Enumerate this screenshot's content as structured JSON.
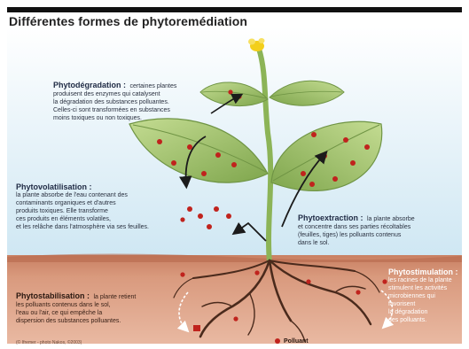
{
  "title": "Différentes formes de phytoremédiation",
  "sections": {
    "phytodegradation": {
      "head": "Phytodégradation :",
      "lines": [
        "certaines plantes",
        "produisent des enzymes qui catalysent",
        "la dégradation des substances polluantes.",
        "Celles-ci sont transformées en substances",
        "moins toxiques ou non toxiques."
      ]
    },
    "phytovolatilisation": {
      "head": "Phytovolatilisation :",
      "lines": [
        "la plante absorbe de l'eau contenant des",
        "contaminants organiques et d'autres",
        "produits toxiques.  Elle transforme",
        "ces produits en éléments volatiles,",
        "et les relâche dans l'atmosphère via ses feuilles."
      ]
    },
    "phytoextraction": {
      "head": "Phytoextraction :",
      "lines": [
        "la plante absorbe",
        "et concentre dans ses parties récoltables",
        "(feuilles, tiges) les polluants contenus",
        "dans le sol."
      ]
    },
    "phytostabilisation": {
      "head": "Phytostabilisation :",
      "lines": [
        "la plante retient",
        "les polluants contenus dans le sol,",
        "l'eau ou l'air, ce qui empêche la",
        "dispersion des substances polluantes."
      ]
    },
    "phytostimulation": {
      "head": "Phytostimulation :",
      "lines": [
        "les racines de la plante",
        "stimulent les activités",
        "microbiennes qui",
        "favorisent",
        "la dégradation",
        "des polluants."
      ]
    }
  },
  "legend": {
    "label": "Polluant"
  },
  "credit": "(© Ifremer - photo Nakos, ©2003)",
  "colors": {
    "sky_top": "#ffffff",
    "sky_bottom": "#d8ecf6",
    "soil": "#d8967a",
    "soil_dark": "#c27a5e",
    "leaf": "#a7c873",
    "leaf_dark": "#7fa64d",
    "stem": "#8cb457",
    "root": "#4a2a1c",
    "pollutant": "#c0231d",
    "flower": "#f3cf1b"
  }
}
